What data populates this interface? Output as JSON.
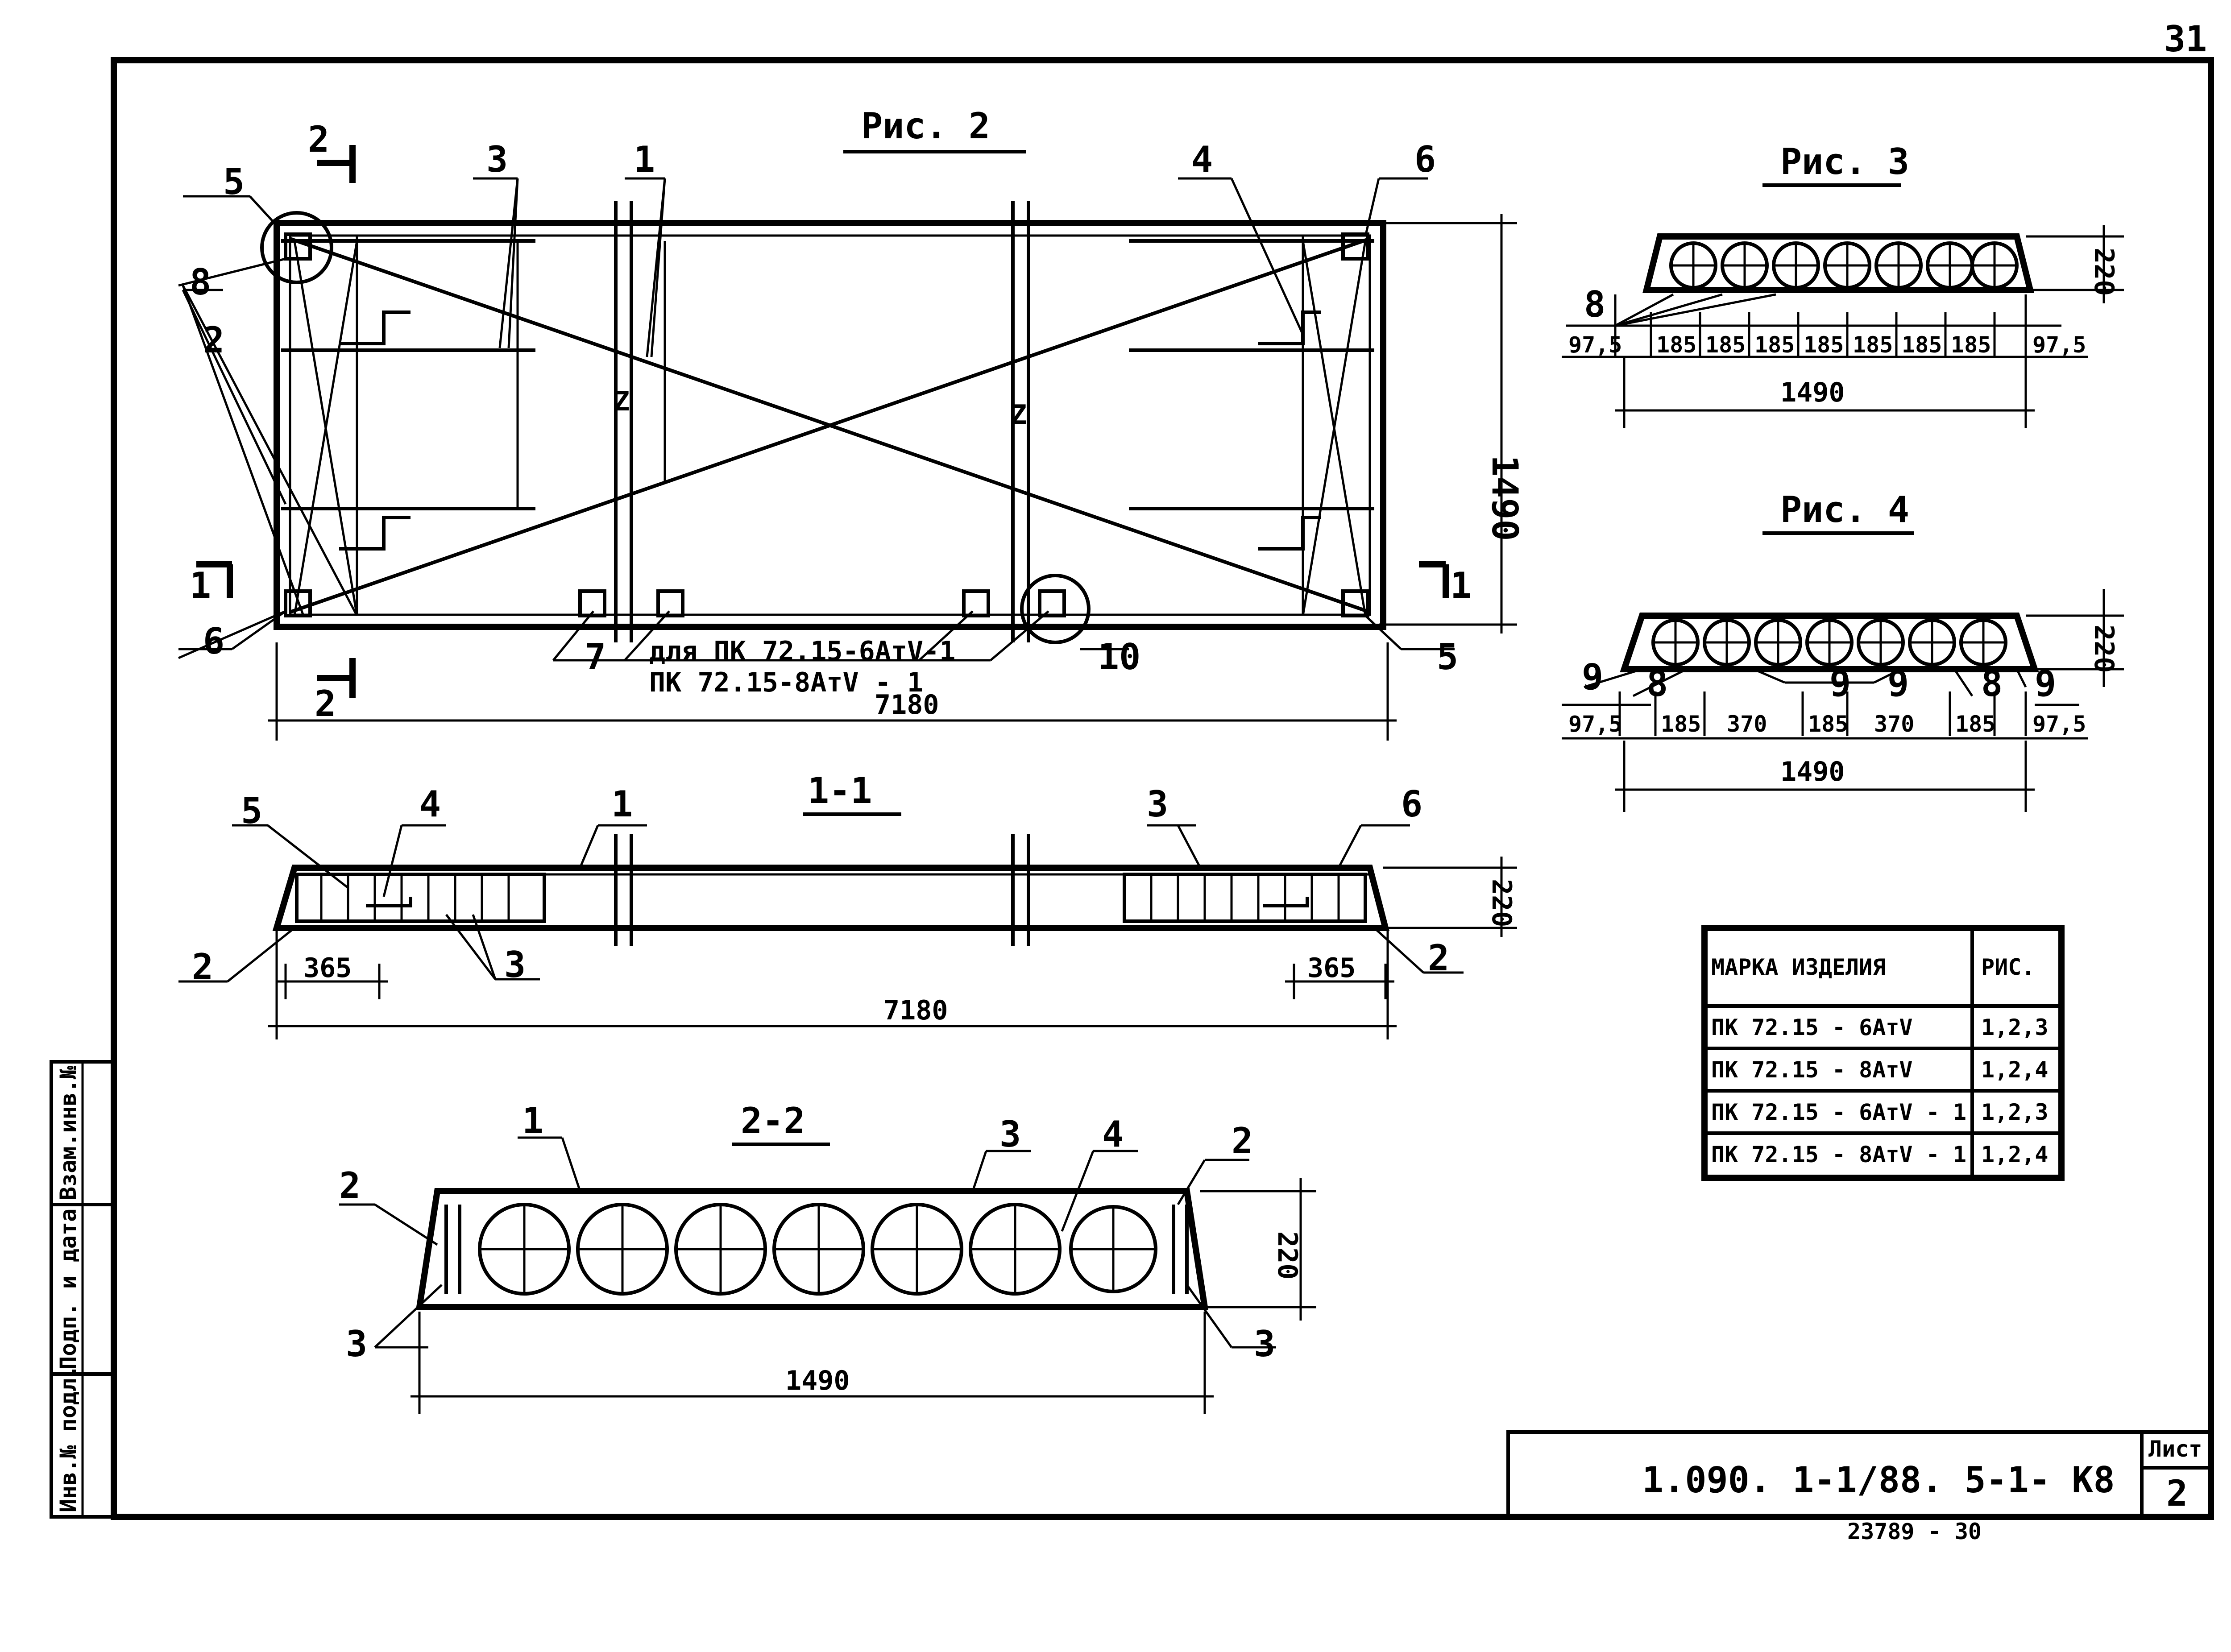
{
  "page_number": "31",
  "figures": {
    "fig2_title": "Рис. 2",
    "fig3_title": "Рис. 3",
    "fig4_title": "Рис. 4",
    "section_1_1": "1-1",
    "section_2_2": "2-2"
  },
  "fig2": {
    "callouts": [
      "1",
      "2",
      "3",
      "4",
      "5",
      "6",
      "7",
      "8",
      "10"
    ],
    "cut_marks": [
      "2",
      "1"
    ],
    "hinge_mark": "Z",
    "note_line1": "для ПК 72.15-6АтV-1",
    "note_line2": "ПК 72.15-8АтV - 1",
    "dim_length": "7180",
    "dim_width": "1490"
  },
  "fig3": {
    "callout": "8",
    "dims": [
      "97,5",
      "185",
      "185",
      "185",
      "185",
      "185",
      "185",
      "185",
      "97,5"
    ],
    "dim_total": "1490",
    "dim_height": "220"
  },
  "fig4": {
    "callouts": [
      "9",
      "8",
      "9",
      "9",
      "8",
      "9"
    ],
    "dims": [
      "97,5",
      "185",
      "370",
      "185",
      "370",
      "185",
      "97,5"
    ],
    "dim_total": "1490",
    "dim_height": "220"
  },
  "section11": {
    "callouts": [
      "5",
      "4",
      "1",
      "3",
      "6",
      "2",
      "3",
      "2"
    ],
    "dims": [
      "365",
      "365"
    ],
    "dim_length": "7180",
    "dim_height": "220"
  },
  "section22": {
    "callouts": [
      "1",
      "3",
      "4",
      "2",
      "2",
      "3",
      "3"
    ],
    "dim_width": "1490",
    "dim_height": "220"
  },
  "table": {
    "headers": [
      "МАРКА ИЗДЕЛИЯ",
      "РИС."
    ],
    "rows": [
      [
        "ПК 72.15 - 6АтV",
        "1,2,3"
      ],
      [
        "ПК 72.15 - 8АтV",
        "1,2,4"
      ],
      [
        "ПК 72.15 - 6АтV - 1",
        "1,2,3"
      ],
      [
        "ПК 72.15 - 8АтV - 1",
        "1,2,4"
      ]
    ]
  },
  "stamp": {
    "side_labels": [
      "Инв.№ подл.",
      "Подп. и дата",
      "Взам.инв.№"
    ],
    "code": "1.090. 1-1/88. 5-1- К8",
    "sheet_label": "Лист",
    "sheet_number": "2",
    "bottom_number": "23789 - 30"
  }
}
